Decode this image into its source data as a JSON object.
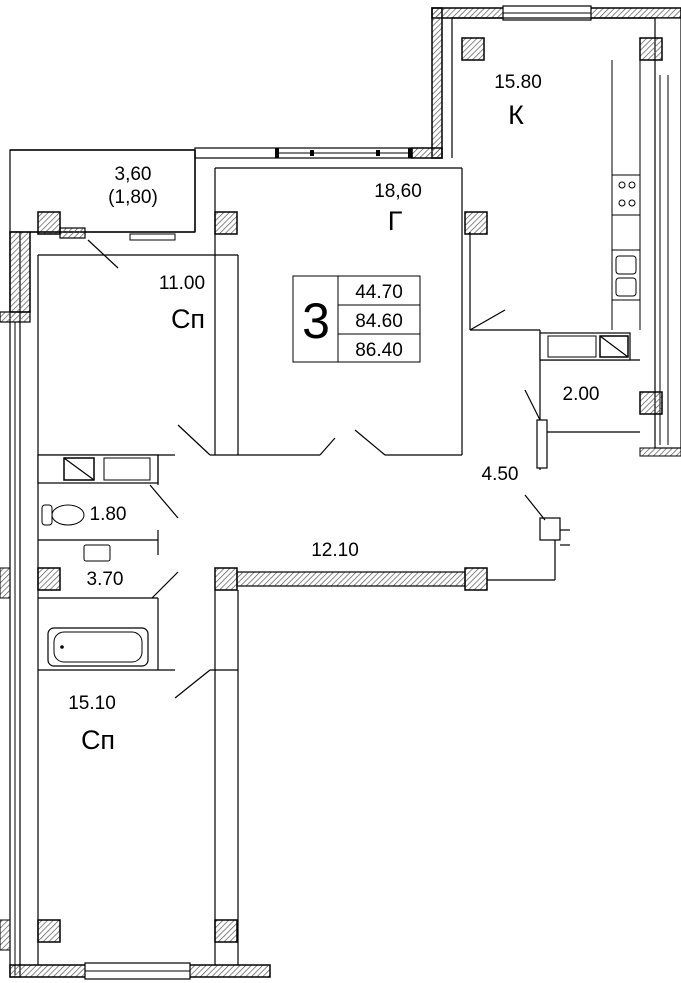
{
  "plan": {
    "rooms": [
      {
        "id": "kitchen",
        "area": "15.80",
        "code": "К"
      },
      {
        "id": "living",
        "area": "18,60",
        "code": "Г"
      },
      {
        "id": "balcony",
        "area": "3,60",
        "area_reduced": "(1,80)"
      },
      {
        "id": "bedroom_top",
        "area": "11.00",
        "code": "Сп"
      },
      {
        "id": "bedroom_bottom",
        "area": "15.10",
        "code": "Сп"
      },
      {
        "id": "storage",
        "area": "2.00"
      },
      {
        "id": "wc",
        "area": "1.80"
      },
      {
        "id": "bath",
        "area": "3.70"
      },
      {
        "id": "entrance",
        "area": "4.50"
      },
      {
        "id": "hall",
        "area": "12.10"
      }
    ],
    "summary": {
      "rooms_count": "3",
      "living_area": "44.70",
      "total_area": "84.60",
      "total_with_balcony": "86.40"
    }
  },
  "colors": {
    "wall": "#000000",
    "hatch": "#555555",
    "background": "#ffffff"
  }
}
